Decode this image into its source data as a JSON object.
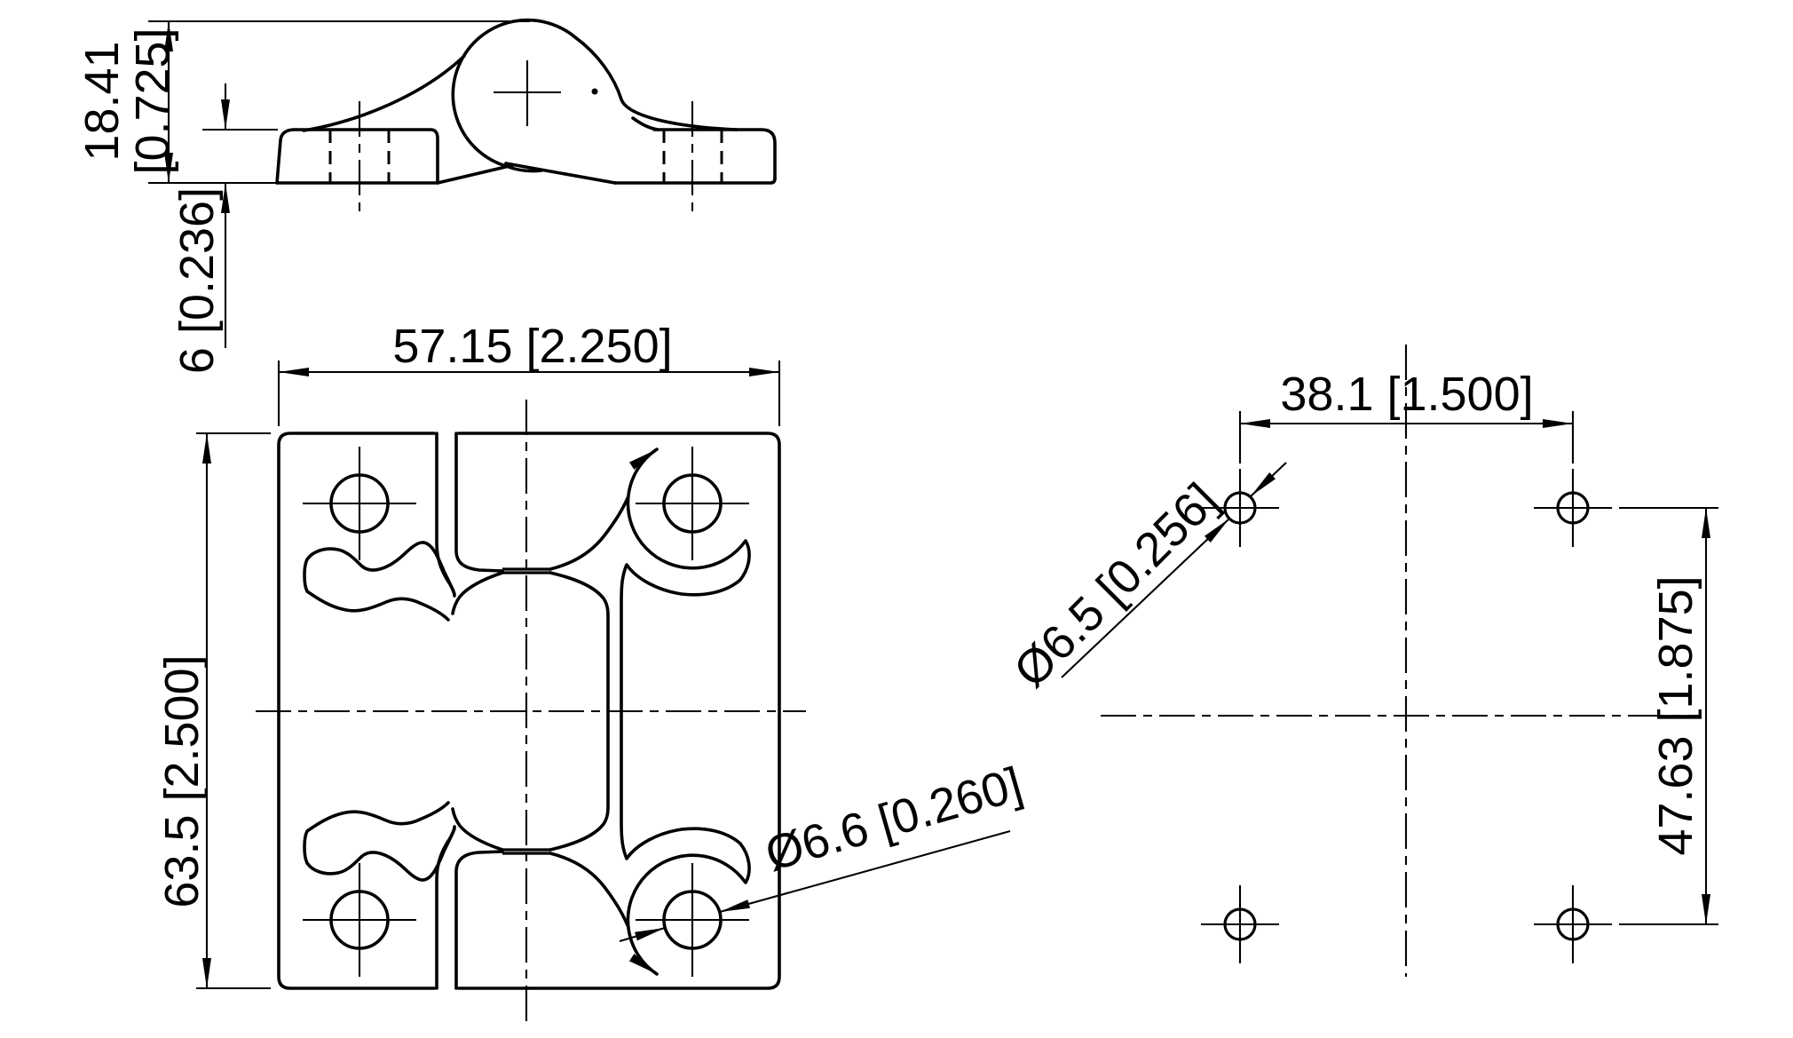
{
  "colors": {
    "background": "#ffffff",
    "line": "#000000"
  },
  "side_view": {
    "dim_total_height_mm": "18.41",
    "dim_total_height_inch": "[0.725]",
    "dim_leaf_thickness": "6 [0.236]"
  },
  "plan_view": {
    "dim_width": "57.15 [2.250]",
    "dim_height": "63.5 [2.500]",
    "dim_hole_diameter": "Ø6.6 [0.260]"
  },
  "hole_pattern_view": {
    "dim_hole_spacing_horizontal": "38.1 [1.500]",
    "dim_hole_spacing_vertical": "47.63 [1.875]",
    "dim_hole_diameter": "Ø6.5 [0.256]"
  }
}
